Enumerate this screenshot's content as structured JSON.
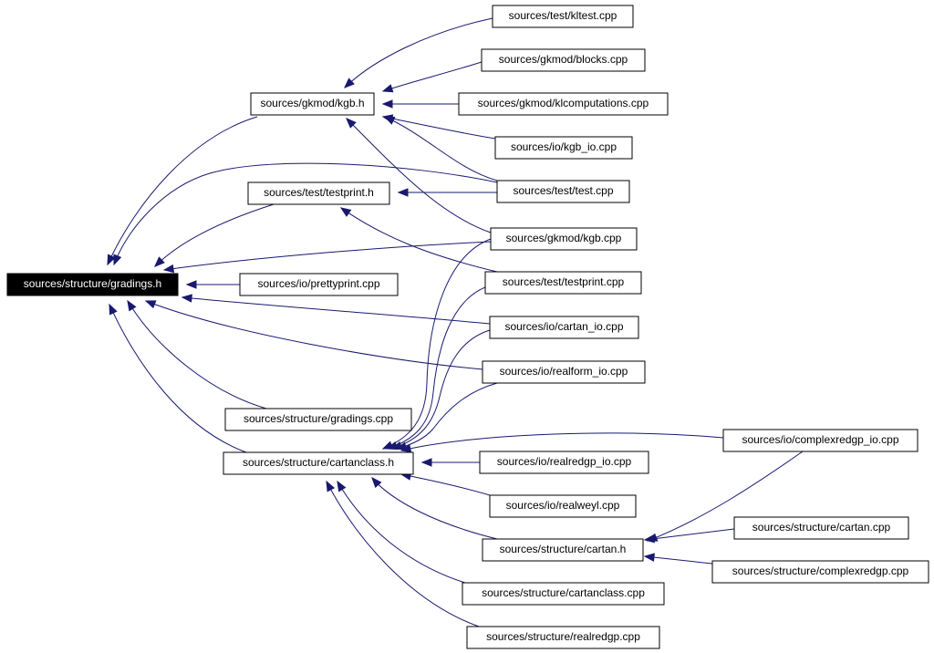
{
  "colors": {
    "edge": "#191970",
    "root_fill": "#000000",
    "root_text": "#ffffff",
    "node_fill": "#ffffff",
    "node_border": "#000000"
  },
  "nodes": {
    "gradings_h": "sources/structure/gradings.h",
    "kgb_h": "sources/gkmod/kgb.h",
    "testprint_h": "sources/test/testprint.h",
    "prettyprint_cpp": "sources/io/prettyprint.cpp",
    "gradings_cpp": "sources/structure/gradings.cpp",
    "cartanclass_h": "sources/structure/cartanclass.h",
    "kltest_cpp": "sources/test/kltest.cpp",
    "blocks_cpp": "sources/gkmod/blocks.cpp",
    "klcomputations_cpp": "sources/gkmod/klcomputations.cpp",
    "kgb_io_cpp": "sources/io/kgb_io.cpp",
    "test_cpp": "sources/test/test.cpp",
    "kgb_cpp": "sources/gkmod/kgb.cpp",
    "testprint_cpp": "sources/test/testprint.cpp",
    "cartan_io_cpp": "sources/io/cartan_io.cpp",
    "realform_io_cpp": "sources/io/realform_io.cpp",
    "complexredgp_io_cpp": "sources/io/complexredgp_io.cpp",
    "realredgp_io_cpp": "sources/io/realredgp_io.cpp",
    "realweyl_cpp": "sources/io/realweyl.cpp",
    "cartan_h": "sources/structure/cartan.h",
    "cartan_cpp": "sources/structure/cartan.cpp",
    "complexredgp_cpp": "sources/structure/complexredgp.cpp",
    "cartanclass_cpp": "sources/structure/cartanclass.cpp",
    "realredgp_cpp": "sources/structure/realredgp.cpp"
  },
  "edges": [
    [
      "kgb_h",
      "gradings_h"
    ],
    [
      "testprint_h",
      "gradings_h"
    ],
    [
      "prettyprint_cpp",
      "gradings_h"
    ],
    [
      "gradings_cpp",
      "gradings_h"
    ],
    [
      "cartanclass_h",
      "gradings_h"
    ],
    [
      "test_cpp",
      "gradings_h"
    ],
    [
      "kgb_cpp",
      "gradings_h"
    ],
    [
      "cartan_io_cpp",
      "gradings_h"
    ],
    [
      "realform_io_cpp",
      "gradings_h"
    ],
    [
      "kltest_cpp",
      "kgb_h"
    ],
    [
      "blocks_cpp",
      "kgb_h"
    ],
    [
      "klcomputations_cpp",
      "kgb_h"
    ],
    [
      "kgb_io_cpp",
      "kgb_h"
    ],
    [
      "test_cpp",
      "kgb_h"
    ],
    [
      "kgb_cpp",
      "kgb_h"
    ],
    [
      "test_cpp",
      "testprint_h"
    ],
    [
      "testprint_cpp",
      "testprint_h"
    ],
    [
      "kgb_cpp",
      "cartanclass_h"
    ],
    [
      "testprint_cpp",
      "cartanclass_h"
    ],
    [
      "cartan_io_cpp",
      "cartanclass_h"
    ],
    [
      "realform_io_cpp",
      "cartanclass_h"
    ],
    [
      "complexredgp_io_cpp",
      "cartanclass_h"
    ],
    [
      "realredgp_io_cpp",
      "cartanclass_h"
    ],
    [
      "realweyl_cpp",
      "cartanclass_h"
    ],
    [
      "cartan_h",
      "cartanclass_h"
    ],
    [
      "cartanclass_cpp",
      "cartanclass_h"
    ],
    [
      "realredgp_cpp",
      "cartanclass_h"
    ],
    [
      "complexredgp_io_cpp",
      "cartan_h"
    ],
    [
      "cartan_cpp",
      "cartan_h"
    ],
    [
      "complexredgp_cpp",
      "cartan_h"
    ]
  ]
}
